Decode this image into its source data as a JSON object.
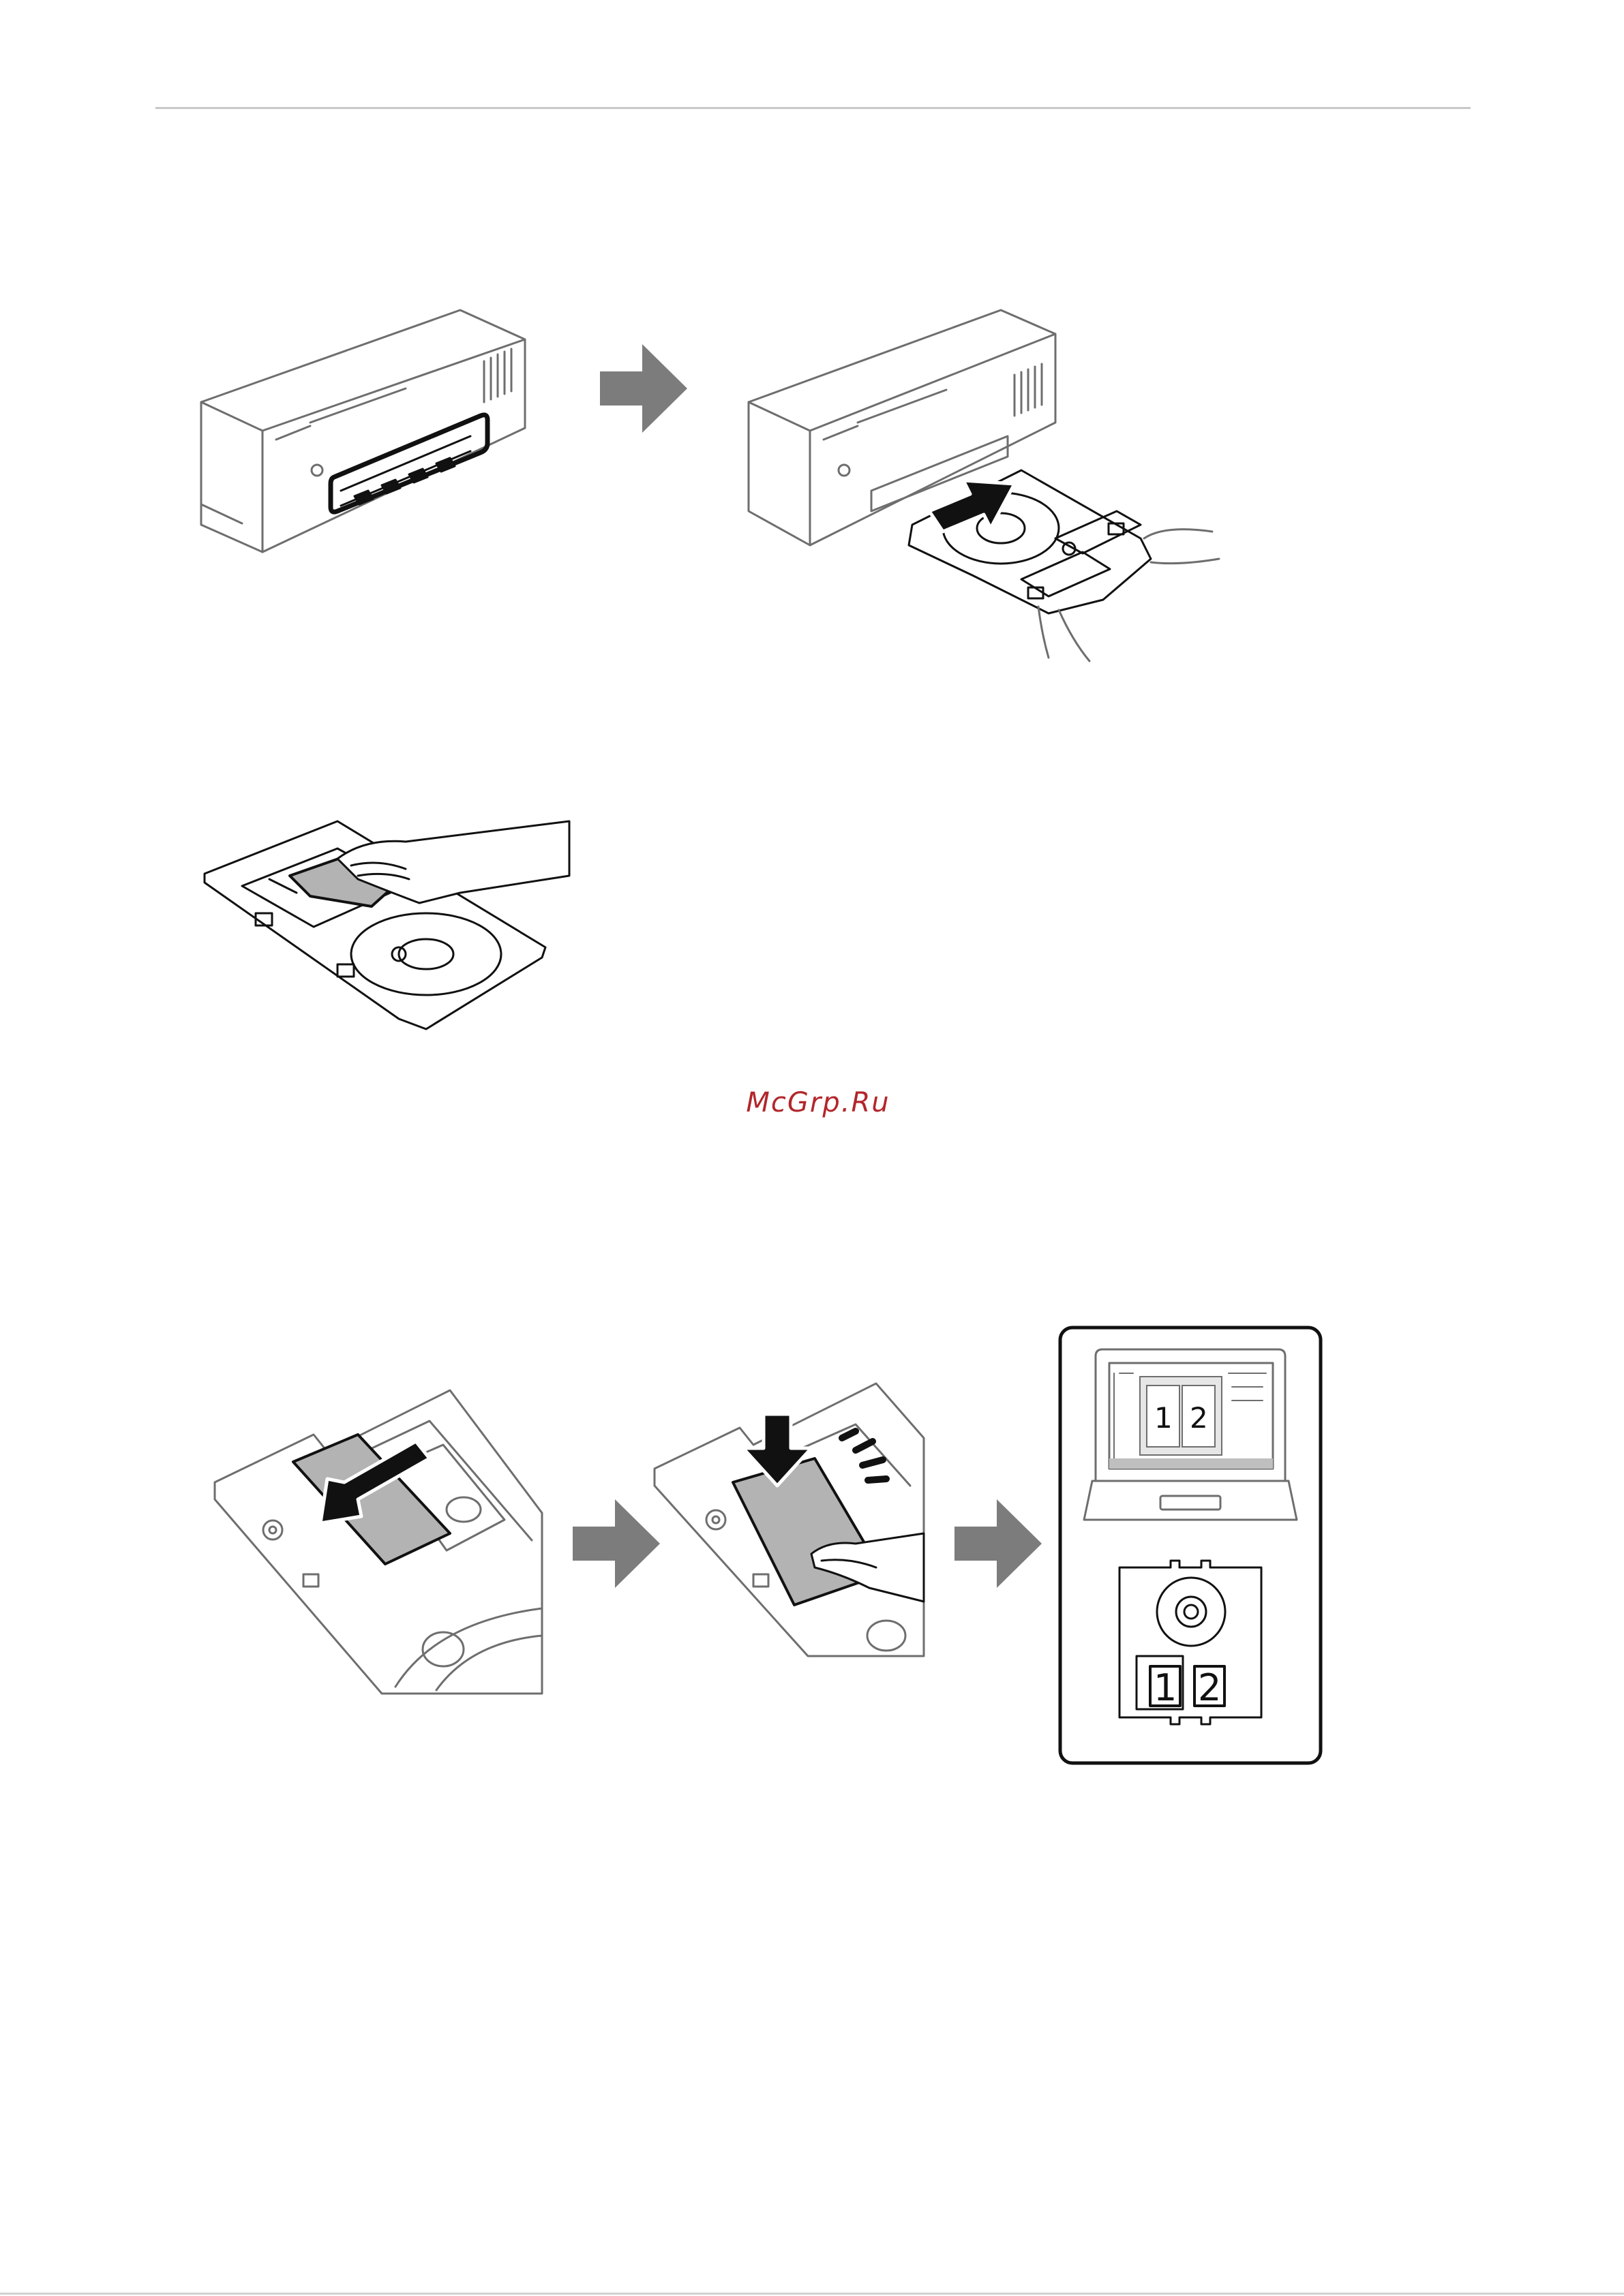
{
  "watermark": "McGrp.Ru",
  "labels": {
    "screen_page_1": "1",
    "screen_page_2": "2",
    "tray_page_1": "1",
    "tray_page_2": "2"
  },
  "colors": {
    "line": "#6e6e6e",
    "ink": "#111111",
    "arrow_gray": "#7c7c7c",
    "fill_gray": "#b3b3b3",
    "watermark": "#b2262b"
  },
  "icons": [
    "right-arrow-icon",
    "insert-arrow-icon",
    "press-down-arrow-icon",
    "press-lines-icon"
  ]
}
